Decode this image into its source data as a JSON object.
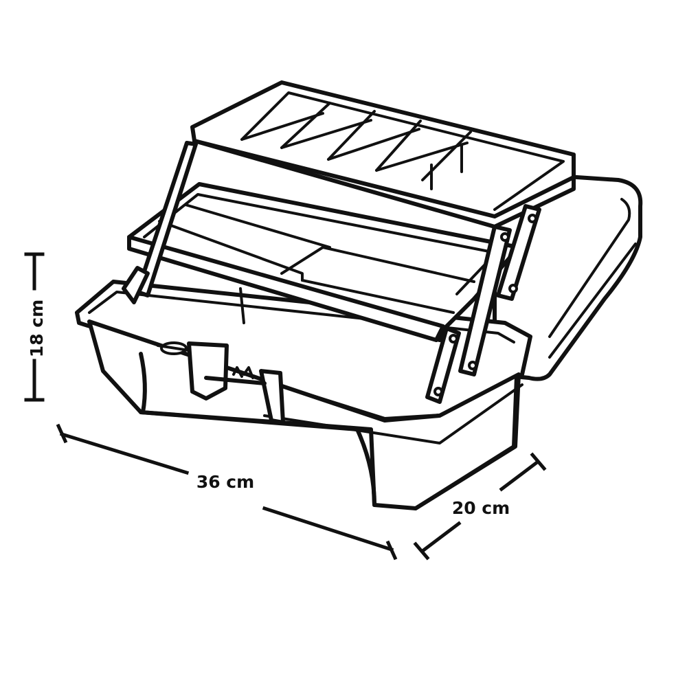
{
  "dimensions": {
    "height_label": "18 cm",
    "length_label": "36 cm",
    "depth_label": "20 cm"
  },
  "colors": {
    "line": "#111111",
    "background": "#ffffff"
  },
  "icons": {
    "object": "cantilever-toolbox-line-drawing"
  }
}
